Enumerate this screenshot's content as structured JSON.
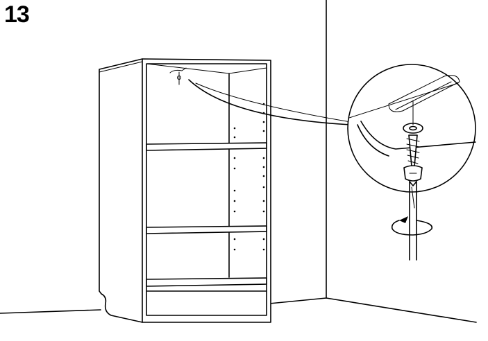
{
  "step": {
    "number": "13"
  },
  "illustration": {
    "subject": "bookcase",
    "detail": "screw-through-slotted-bracket"
  }
}
